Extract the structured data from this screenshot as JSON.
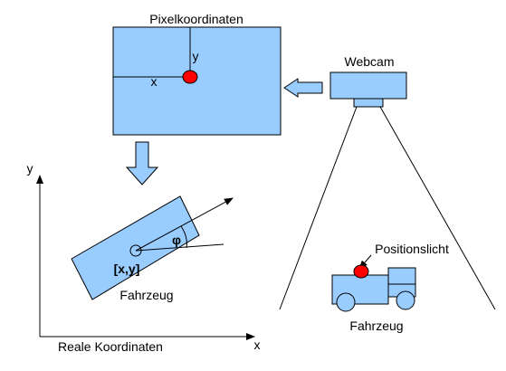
{
  "colors": {
    "box_fill": "#99ccff",
    "stroke": "#000000",
    "light_red": "#ff0000",
    "background": "#ffffff"
  },
  "pixel_frame": {
    "title": "Pixelkoordinaten",
    "x_label": "x",
    "y_label": "y"
  },
  "webcam": {
    "label": "Webcam"
  },
  "real_frame": {
    "title": "Reale Koordinaten",
    "x_label": "x",
    "y_label": "y"
  },
  "vehicle_top": {
    "label": "Fahrzeug",
    "position_label": "[x,y]",
    "angle_label": "φ"
  },
  "vehicle_side": {
    "label": "Fahrzeug",
    "light_label": "Positionslicht"
  },
  "icons": {
    "transfer_arrow_right_to_left": "block-arrow-left-icon",
    "transfer_arrow_down": "block-arrow-down-icon",
    "position_light": "red-dot-icon",
    "heading_arrow": "arrow-icon"
  }
}
